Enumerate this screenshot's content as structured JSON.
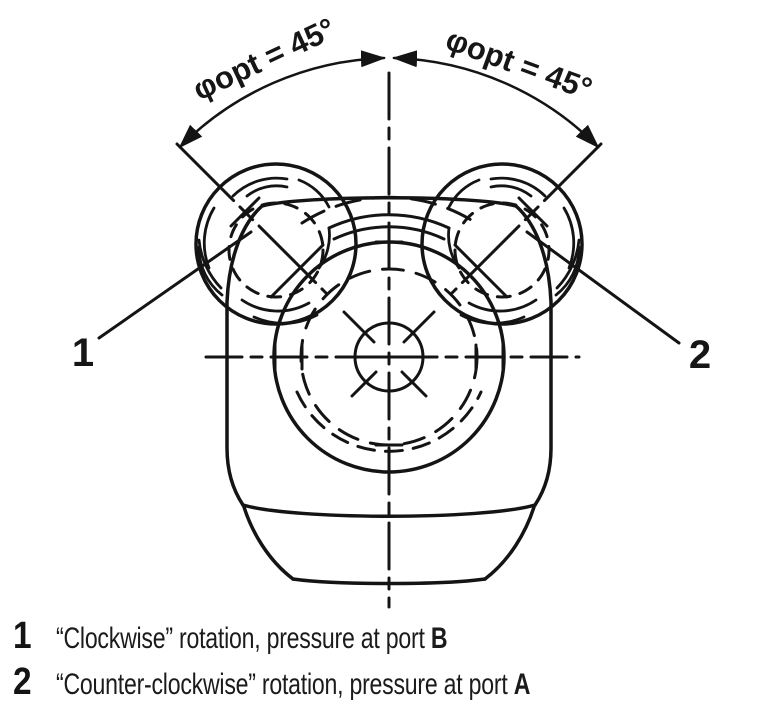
{
  "diagram": {
    "angle_label_left": "φopt = 45°",
    "angle_label_right": "φopt = 45°",
    "callout_1": "1",
    "callout_2": "2"
  },
  "legend": {
    "items": [
      {
        "num": "1",
        "text": "“Clockwise” rotation, pressure at port ",
        "port": "B"
      },
      {
        "num": "2",
        "text": "“Counter-clockwise” rotation, pressure at port ",
        "port": "A"
      }
    ]
  },
  "colors": {
    "ink": "#141414",
    "background": "#ffffff"
  }
}
